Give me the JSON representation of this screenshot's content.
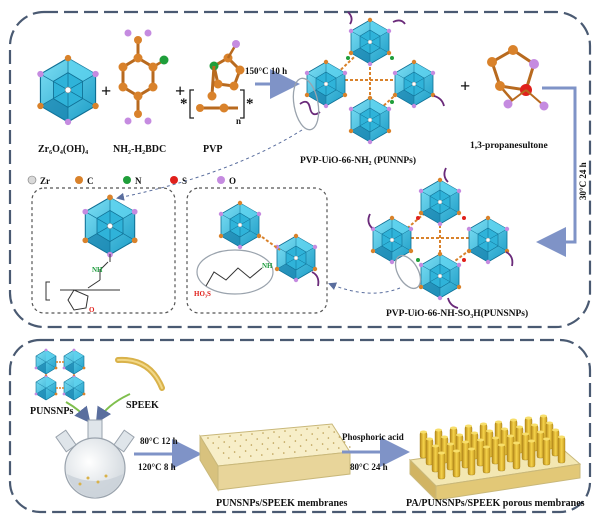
{
  "top_panel": {
    "reactants": {
      "zr_cluster": "Zr₆O₄(OH)₄",
      "linker": "NH₂-H₂BDC",
      "polymer": "PVP",
      "plus_1": "+",
      "plus_2": "+",
      "plus_3": "+"
    },
    "polymer_marks": {
      "star": "*",
      "n": "n"
    },
    "step_1_condition": "150°C 10 h",
    "step_2_condition": "30°C  24 h",
    "product_1": "PVP-UiO-66-NH₂ (PUNNPs)",
    "reagent_2": "1,3-propanesultone",
    "product_2": "PVP-UiO-66-NH-SO₃H(PUNSNPs)",
    "legend": [
      {
        "symbol": "Zr",
        "color": "#d9d9d9"
      },
      {
        "symbol": "C",
        "color": "#d9822b"
      },
      {
        "symbol": "N",
        "color": "#1f9e3a"
      },
      {
        "symbol": "S",
        "color": "#e0201b"
      },
      {
        "symbol": "O",
        "color": "#c58be0"
      }
    ],
    "zoom_1_labels": {
      "nh": "NH",
      "o": "O"
    },
    "zoom_2_labels": {
      "nh": "NH",
      "so3h": "HO₃S"
    }
  },
  "bottom_panel": {
    "material_1": "PUNSNPs",
    "material_2": "SPEEK",
    "cond_a": "80°C 12 h",
    "cond_b": "120°C 8 h",
    "membrane_1": "PUNSNPs/SPEEK membranes",
    "reagent": "Phosphoric acid",
    "cond_c": "80°C 24 h",
    "membrane_2": "PA/PUNSNPs/SPEEK porous membranes"
  },
  "colors": {
    "frame": "#4a5a72",
    "arrow": "#7f93c7",
    "cluster": "#33bde0",
    "cluster_dark": "#1b8fb8",
    "carbon": "#d9822b",
    "nitrogen": "#1f9e3a",
    "sulfur": "#e0201b",
    "oxygen": "#c58be0",
    "membrane": "#f4e8b4",
    "pillar": "#e0b930"
  }
}
